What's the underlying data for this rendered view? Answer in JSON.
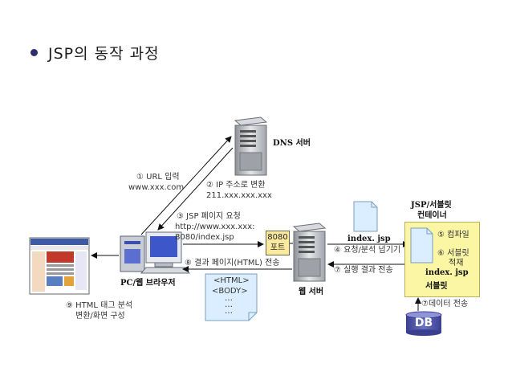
{
  "title": "JSP의 동작 과정",
  "labels": {
    "dns_server": "DNS 서버",
    "url_input": "① URL 입력",
    "url_example": "www.xxx.com",
    "ip_convert": "② IP 주소로 변환",
    "ip_example": "211.xxx.xxx.xxx",
    "jsp_request": "③ JSP 페이지 요청",
    "jsp_url_1": "http://www.xxx.xxx:",
    "jsp_url_2": "8080/index.jsp",
    "port_1": "8080",
    "port_2": "포트",
    "index_jsp_top": "index. jsp",
    "container_title_1": "JSP/서블릿",
    "container_title_2": "컨테이너",
    "compile": "⑤ 컴파일",
    "servlet_load_1": "⑥ 서블릿",
    "servlet_load_2": "적재",
    "index_jsp_container": "index. jsp",
    "servlet": "서블릿",
    "pass_request": "④ 요청/분석 넘기기",
    "send_result": "⑦ 실행 결과 전송",
    "send_page": "⑧ 결과 페이지(HTML) 전송",
    "pc_browser": "PC/웹 브라우저",
    "web_server": "웹 서버",
    "html_tag": "<HTML>",
    "body_tag": "<BODY>",
    "dots_1": "…",
    "dots_2": "…",
    "dots_3": "…",
    "html_parse_1": "⑨ HTML 태그 분석",
    "html_parse_2": "변환/화면 구성",
    "data_send": "⑦데이터 전송",
    "db": "DB"
  },
  "colors": {
    "bullet": "#2c2e6b",
    "port_fill": "#fbe9a0",
    "container_fill": "#fbf6a4",
    "doc_fill": "#dbeeff",
    "db_fill": "#4a4fa3"
  },
  "icons": [
    "dns-server-icon",
    "web-server-icon",
    "pc-computer-icon",
    "browser-screen-icon",
    "jsp-document-icon",
    "html-document-icon",
    "database-icon"
  ]
}
